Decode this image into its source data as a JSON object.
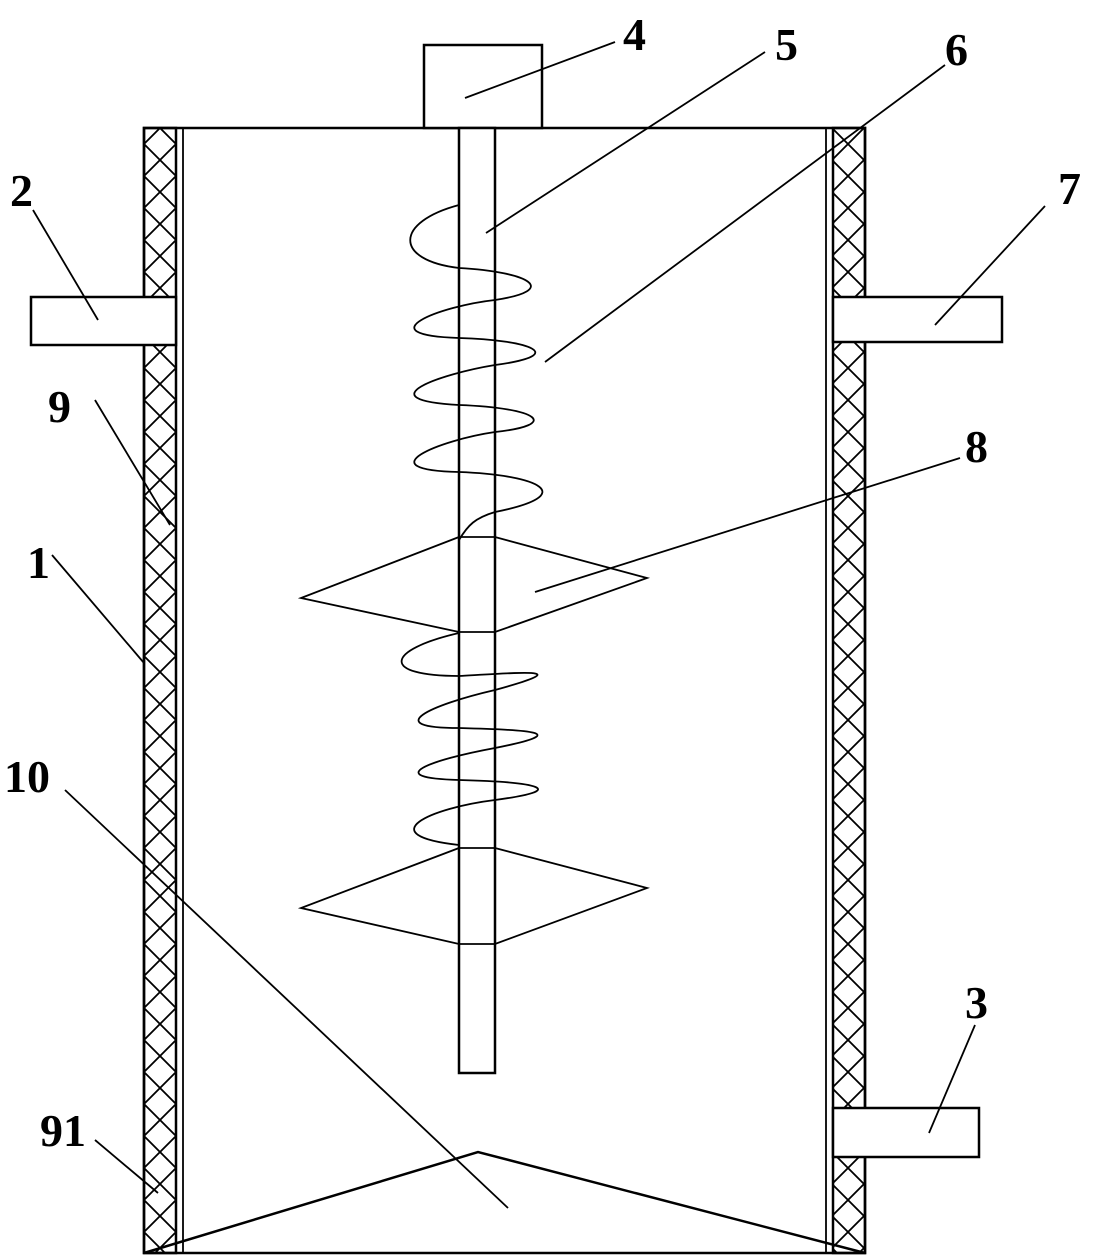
{
  "diagram": {
    "labels": {
      "l1": "1",
      "l2": "2",
      "l3": "3",
      "l4": "4",
      "l5": "5",
      "l6": "6",
      "l7": "7",
      "l8": "8",
      "l9": "9",
      "l10": "10",
      "l91": "91"
    },
    "colors": {
      "line": "#000000",
      "background": "#ffffff"
    }
  }
}
